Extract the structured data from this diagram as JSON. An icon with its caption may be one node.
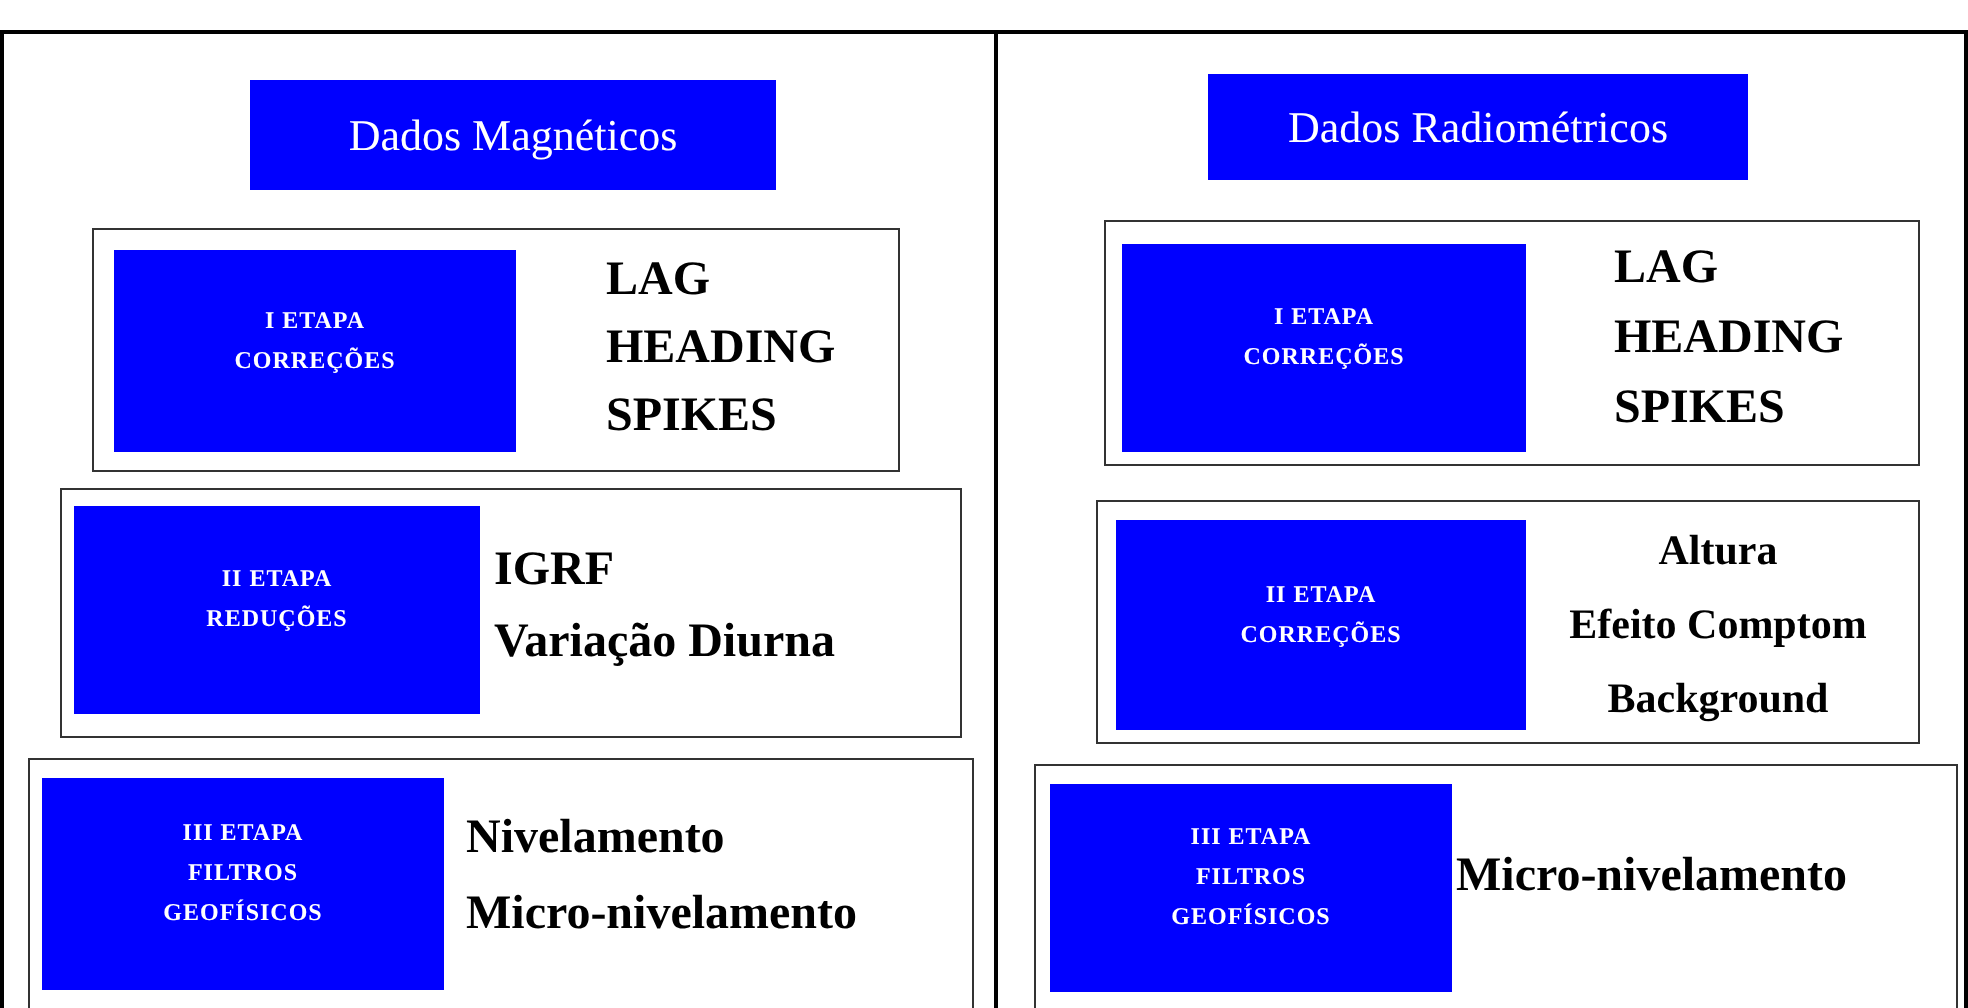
{
  "diagram": {
    "nodes": [
      {
        "text": [],
        "shape": "box"
      },
      {
        "text": [
          "Dados Magnéticos"
        ],
        "in": 0
      },
      {
        "text": [
          "LAG",
          "HEADING",
          "SPIKES"
        ],
        "in": 0
      },
      {
        "text": [
          "I ETAPA CORREÇÕES"
        ],
        "in": 2
      },
      {
        "text": [
          "IGRF",
          "Variação Diurna"
        ],
        "in": 0
      },
      {
        "text": [
          "II ETAPA REDUÇÕES"
        ],
        "in": 4
      },
      {
        "text": [
          "Nivelamento",
          "Micro-nivelamento"
        ],
        "in": 0
      },
      {
        "text": [
          "III ETAPA FILTROS GEOFÍSICOS"
        ],
        "in": 6
      },
      {
        "text": [],
        "shape": "box"
      },
      {
        "text": [
          "Dados Radiométricos"
        ],
        "in": 8
      },
      {
        "text": [
          "LAG",
          "HEADING",
          "SPIKES"
        ],
        "in": 8
      },
      {
        "text": [
          "I ETAPA CORREÇÕES"
        ],
        "in": 10
      },
      {
        "text": [
          "Altura",
          "Efeito Comptom",
          "Background"
        ],
        "in": 8
      },
      {
        "text": [
          "II ETAPA CORREÇÕES"
        ],
        "in": 12
      },
      {
        "text": [
          "Micro-nivelamento"
        ],
        "in": 8
      },
      {
        "text": [
          "III ETAPA FILTROS GEOFÍSICOS"
        ],
        "in": 14
      }
    ]
  }
}
